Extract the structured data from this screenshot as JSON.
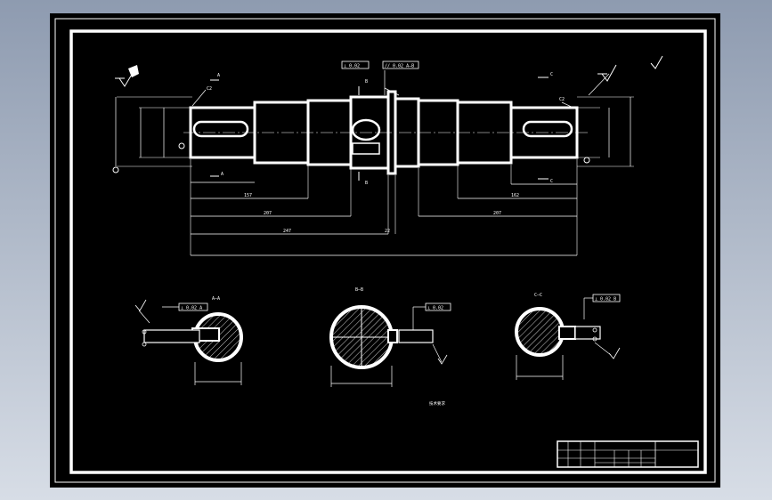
{
  "colors": {
    "viewer_background_top": "#8e9bb0",
    "viewer_background_bottom": "#d7dde6",
    "paper": "#000000",
    "line": "#ffffff"
  },
  "main_view": {
    "roughness_top_left": "",
    "dim_h_top": "",
    "dim_h_bottom": "",
    "chamfer_left": "C2",
    "chamfer_right": "C2",
    "section_mark_a_top": "A",
    "section_mark_a_bottom": "A",
    "section_mark_b_top": "B",
    "section_mark_b_bottom": "B",
    "section_mark_c_top": "C",
    "section_mark_c_bottom": "C",
    "tol_frame_1": "⊥ 0.02",
    "tol_frame_2": "// 0.02 A–B",
    "roughness_other": "",
    "dim_phi_left_1": "",
    "dim_phi_left_2": "",
    "dim_phi_left_3": "",
    "dim_phi_right_1": "",
    "dim_phi_right_2": "",
    "dim_phi_right_3": "",
    "dim_middle": "",
    "dim_left_small": "",
    "dim_right_small": "",
    "dim_len_157": "157",
    "dim_len_207_left": "207",
    "dim_len_247": "247",
    "dim_len_22": "22",
    "dim_len_162": "162",
    "dim_len_207_right": "207",
    "dim_len_total": ""
  },
  "sections": [
    {
      "label": "A—A",
      "tol": "⊥ 0.02 A",
      "rough": "",
      "width_dim": ""
    },
    {
      "label": "B—B",
      "tol": "⊥ 0.02",
      "rough": "",
      "width_dim": ""
    },
    {
      "label": "C—C",
      "tol": "⊥ 0.02 B",
      "rough": "",
      "width_dim": ""
    }
  ],
  "technical_notes": {
    "title": "技术要求",
    "lines": [
      "",
      "",
      "",
      ""
    ]
  },
  "title_block": {
    "cell_material": "",
    "cell_scale": "",
    "cell_sheet": "",
    "cell_count": "",
    "row_labels": [
      "",
      "",
      ""
    ]
  }
}
